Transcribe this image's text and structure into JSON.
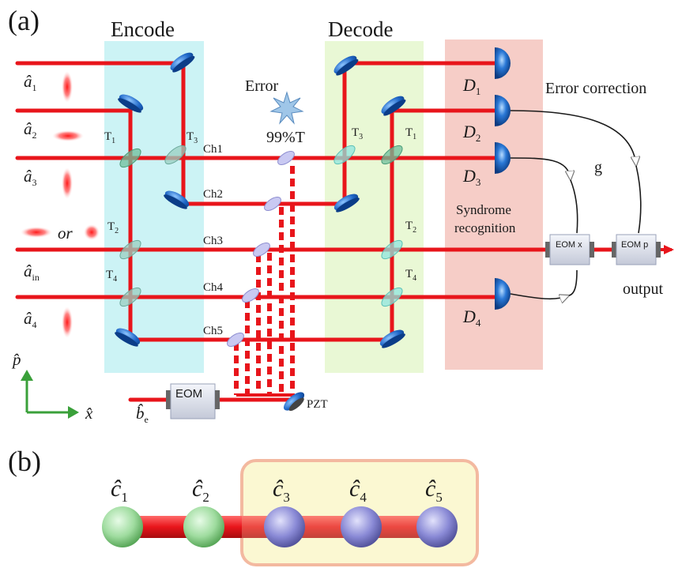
{
  "panel_a_label": "(a)",
  "panel_b_label": "(b)",
  "encode_label": "Encode",
  "decode_label": "Decode",
  "error_label": "Error",
  "transmission_label": "99%T",
  "error_correction_label": "Error correction",
  "gain_label": "g",
  "syndrome_label_line1": "Syndrome",
  "syndrome_label_line2": "recognition",
  "output_label": "output",
  "or_label": "or",
  "pzt_label": "PZT",
  "eom_label": "EOM",
  "eom_x_label": "EOM x",
  "eom_p_label": "EOM p",
  "channels": [
    "Ch1",
    "Ch2",
    "Ch3",
    "Ch4",
    "Ch5"
  ],
  "encode_splitters": {
    "t1": "T",
    "t1_sub": "1",
    "t2": "T",
    "t2_sub": "2",
    "t3": "T",
    "t3_sub": "3",
    "t4": "T",
    "t4_sub": "4"
  },
  "decode_splitters": {
    "t3": "T",
    "t3_sub": "3",
    "t1": "T",
    "t1_sub": "1",
    "t2": "T",
    "t2_sub": "2",
    "t4": "T",
    "t4_sub": "4"
  },
  "detectors": [
    {
      "name": "D",
      "sub": "1"
    },
    {
      "name": "D",
      "sub": "2"
    },
    {
      "name": "D",
      "sub": "3"
    },
    {
      "name": "D",
      "sub": "4"
    }
  ],
  "input_modes": [
    {
      "base": "â",
      "sub": "1"
    },
    {
      "base": "â",
      "sub": "2"
    },
    {
      "base": "â",
      "sub": "3"
    },
    {
      "base": "â",
      "sub": "in"
    },
    {
      "base": "â",
      "sub": "4"
    }
  ],
  "env_mode": {
    "base": "b̂",
    "sub": "e"
  },
  "axes": {
    "p": "p̂",
    "x": "x̂"
  },
  "nodes": [
    {
      "base": "ĉ",
      "sub": "1"
    },
    {
      "base": "ĉ",
      "sub": "2"
    },
    {
      "base": "ĉ",
      "sub": "3"
    },
    {
      "base": "ĉ",
      "sub": "4"
    },
    {
      "base": "ĉ",
      "sub": "5"
    }
  ],
  "colors": {
    "beam": "#e8151b",
    "encode_bg": "#ccf3f5",
    "decode_bg": "#e9f8d5",
    "syndrome_bg": "#f6cdc7",
    "mirror": "#1f67c7",
    "splitter_encode": "#6fbf9b",
    "splitter_decode": "#6fdcd2",
    "node_green": "#9fdc9f",
    "node_purple": "#8a8ad6",
    "highlight_box": "#fbf8d2",
    "highlight_border": "#f3b9a0",
    "axis_green": "#3aa03a"
  }
}
